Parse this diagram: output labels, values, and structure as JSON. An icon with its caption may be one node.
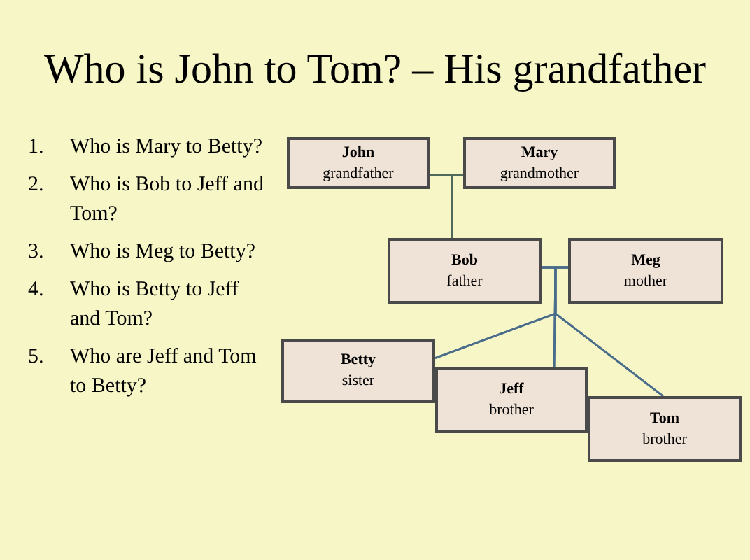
{
  "diagram": {
    "title": "Who is John to Tom? – His grandfather",
    "nodes": [
      {
        "text": [
          "John",
          "grandfather"
        ]
      },
      {
        "text": [
          "Mary",
          "grandmother"
        ]
      },
      {
        "text": [
          "Bob",
          "father"
        ]
      },
      {
        "text": [
          "Meg",
          "mother"
        ]
      },
      {
        "text": [
          "Betty",
          "sister"
        ]
      },
      {
        "text": [
          "Jeff",
          "brother"
        ]
      },
      {
        "text": [
          "Tom",
          "brother"
        ]
      }
    ],
    "edges": [
      {
        "from": 0,
        "to": 1,
        "arrow": "none"
      },
      {
        "from": 0,
        "to": 2,
        "arrow": "none"
      },
      {
        "from": 1,
        "to": 2,
        "arrow": "none"
      },
      {
        "from": 2,
        "to": 3,
        "arrow": "none"
      },
      {
        "from": 2,
        "to": 4,
        "arrow": "none"
      },
      {
        "from": 3,
        "to": 4,
        "arrow": "none"
      },
      {
        "from": 2,
        "to": 5,
        "arrow": "none"
      },
      {
        "from": 3,
        "to": 5,
        "arrow": "none"
      },
      {
        "from": 2,
        "to": 6,
        "arrow": "none"
      },
      {
        "from": 3,
        "to": 6,
        "arrow": "none"
      }
    ],
    "labels": [
      "1.",
      "Who is Mary to Betty?",
      "2.",
      "Who is Bob to Jeff and Tom?",
      "3.",
      "Who is Meg to Betty?",
      "4.",
      "Who is Betty to Jeff and Tom?",
      "5.",
      "Who are Jeff and Tom to Betty?"
    ]
  }
}
